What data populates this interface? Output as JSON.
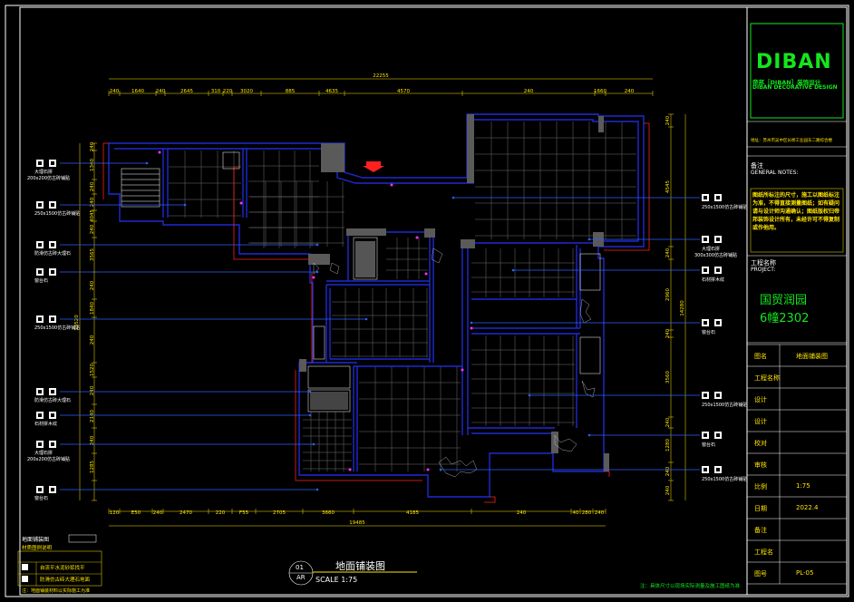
{
  "company": {
    "logo": "DIBAN",
    "subtitle_cn": "帝邦［DIBAN］装饰设计",
    "subtitle_en": "DIBAN DECORATIVE DESIGN",
    "address": "地址：苏州市吴中区长桥工业园东二路综合楼"
  },
  "notes": {
    "heading_cn": "备注",
    "heading_en": "GENERAL NOTES:",
    "body": "图纸所标注的尺寸，施工以图纸标注为准，不得直接测量图纸；如有疑问请与设计师沟通确认；图纸版权归帝邦装饰设计所有，未经许可不得复制或作他用。"
  },
  "project": {
    "heading_cn": "工程名称",
    "heading_en": "PROJECT:",
    "name": "国贸润园",
    "unit": "6幢2302"
  },
  "titleblock": {
    "rows": [
      {
        "label": "图名",
        "value": "地面铺装图"
      },
      {
        "label": "工程名称",
        "value": ""
      },
      {
        "label": "设计",
        "value": ""
      },
      {
        "label": "设计",
        "value": ""
      },
      {
        "label": "校对",
        "value": ""
      },
      {
        "label": "审核",
        "value": ""
      },
      {
        "label": "比例",
        "value": "1:75"
      },
      {
        "label": "日期",
        "value": "2022.4"
      },
      {
        "label": "备注",
        "value": ""
      },
      {
        "label": "工程名",
        "value": ""
      },
      {
        "label": "图号",
        "value": "PL-05"
      }
    ]
  },
  "drawing": {
    "number": "01",
    "ar": "AR",
    "title": "地面铺装图",
    "scale": "SCALE 1:75"
  },
  "dims_top_total": "22255",
  "dims_top": [
    "240",
    "1640",
    "240",
    "2645",
    "310",
    "220",
    "3020",
    "885",
    "4635",
    "4570",
    "240",
    "1660",
    "240"
  ],
  "dims_bottom_total": "19485",
  "dims_bottom": [
    "120",
    "E50",
    "240",
    "2470",
    "220",
    "F55",
    "2705",
    "3660",
    "4185",
    "240",
    "40",
    "280",
    "240"
  ],
  "dims_left_total": "13520",
  "dims_right_total": "14280",
  "dims_left": [
    "240",
    "1340",
    "240",
    "240",
    "4045",
    "240",
    "3565",
    "240",
    "1840",
    "240",
    "1520",
    "240",
    "2140",
    "240",
    "1285"
  ],
  "dims_right": [
    "240",
    "4545",
    "240",
    "2960",
    "240",
    "3560",
    "240",
    "1280",
    "240",
    "240"
  ],
  "callouts_left": [
    {
      "text1": "大理石拼",
      "text2": "200x200仿古砖铺贴"
    },
    {
      "text1": "250x1500仿古砖铺贴",
      "text2": ""
    },
    {
      "text1": "防滑仿古砖大理石",
      "text2": ""
    },
    {
      "text1": "窗台石",
      "text2": ""
    },
    {
      "text1": "250x1500仿古砖铺贴",
      "text2": ""
    },
    {
      "text1": "防滑仿古砖大理石",
      "text2": ""
    },
    {
      "text1": "石材拼木纹",
      "text2": ""
    },
    {
      "text1": "大理石拼",
      "text2": "200x200仿古砖铺贴"
    },
    {
      "text1": "窗台石",
      "text2": ""
    }
  ],
  "callouts_right": [
    {
      "text1": "250x1500仿古砖铺贴",
      "text2": ""
    },
    {
      "text1": "大理石拼",
      "text2": "300x300仿古砖铺贴"
    },
    {
      "text1": "石材拼木纹",
      "text2": ""
    },
    {
      "text1": "窗台石",
      "text2": ""
    },
    {
      "text1": "250x1500仿古砖铺贴",
      "text2": ""
    },
    {
      "text1": "窗台石",
      "text2": ""
    },
    {
      "text1": "250x1500仿古砖铺贴",
      "text2": ""
    }
  ],
  "legend": {
    "title": "地面铺装图",
    "subtitle": "材质图例说明",
    "items": [
      "自流平水泥砂浆找平",
      "防滑仿古砖大理石地面"
    ],
    "note": "注：地面铺装材料以实际施工为准"
  },
  "footer_note": "注：具体尺寸以现场实际测量及施工图纸为准",
  "colors": {
    "background": "#000000",
    "frame": "#ffffff",
    "wall": "#1e2ad2",
    "wall_fill": "#6b6b6b",
    "grid": "#7a7a7a",
    "callout": "#2b60ff",
    "text_yellow": "#ffe600",
    "logo_green": "#14e61e",
    "accent_red": "#ff2020",
    "magenta": "#ff30ff"
  }
}
